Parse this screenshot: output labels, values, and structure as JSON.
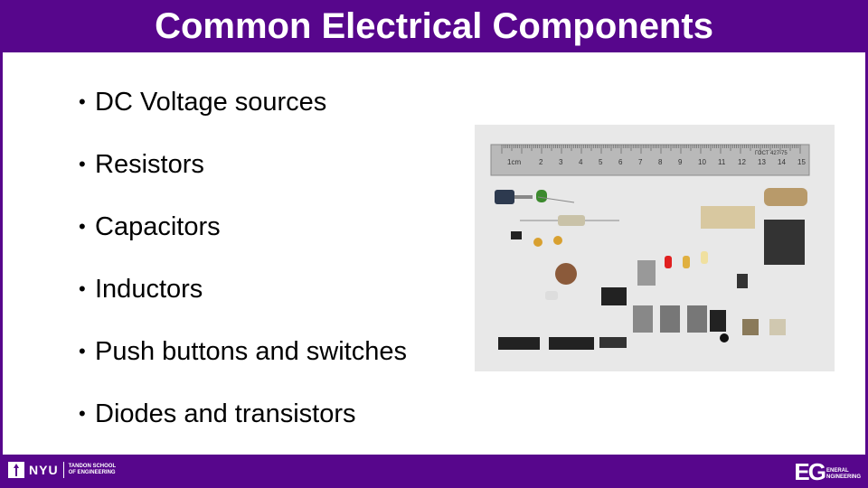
{
  "slide": {
    "title": "Common Electrical Components",
    "bullets": [
      "DC Voltage sources",
      "Resistors",
      "Capacitors",
      "Inductors",
      "Push buttons and switches",
      "Diodes and transistors"
    ]
  },
  "photo": {
    "ruler": {
      "label_1cm": "1cm",
      "marks": [
        "2",
        "3",
        "4",
        "5",
        "6",
        "7",
        "8",
        "9",
        "10",
        "11",
        "12",
        "13",
        "14",
        "15"
      ],
      "stamp": "ГОСТ 427-75"
    }
  },
  "footer": {
    "nyu": "NYU",
    "tandon_line1": "TANDON SCHOOL",
    "tandon_line2": "OF ENGINEERING",
    "eg": "EG",
    "eg_line1": "ENERAL",
    "eg_line2": "NGINEERING"
  },
  "colors": {
    "brand": "#57068c",
    "background": "#ffffff"
  }
}
